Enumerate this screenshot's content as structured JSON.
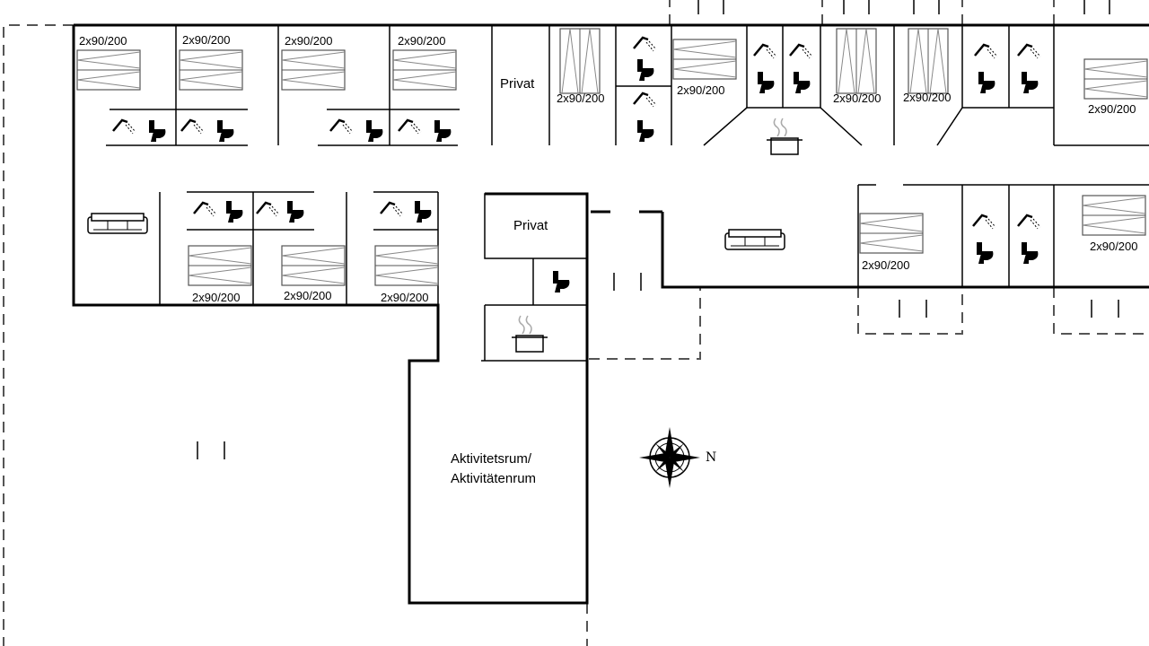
{
  "plan": {
    "bed_label": "2x90/200",
    "rooms": {
      "privat_top": "Privat",
      "privat_mid": "Privat",
      "activity_line1": "Aktivitetsrum/",
      "activity_line2": "Aktivitätenrum"
    },
    "compass_label": "N",
    "icons": [
      "shower-icon",
      "toilet-icon",
      "sofa-icon",
      "cooking-pot-icon",
      "compass-rose-icon"
    ]
  }
}
